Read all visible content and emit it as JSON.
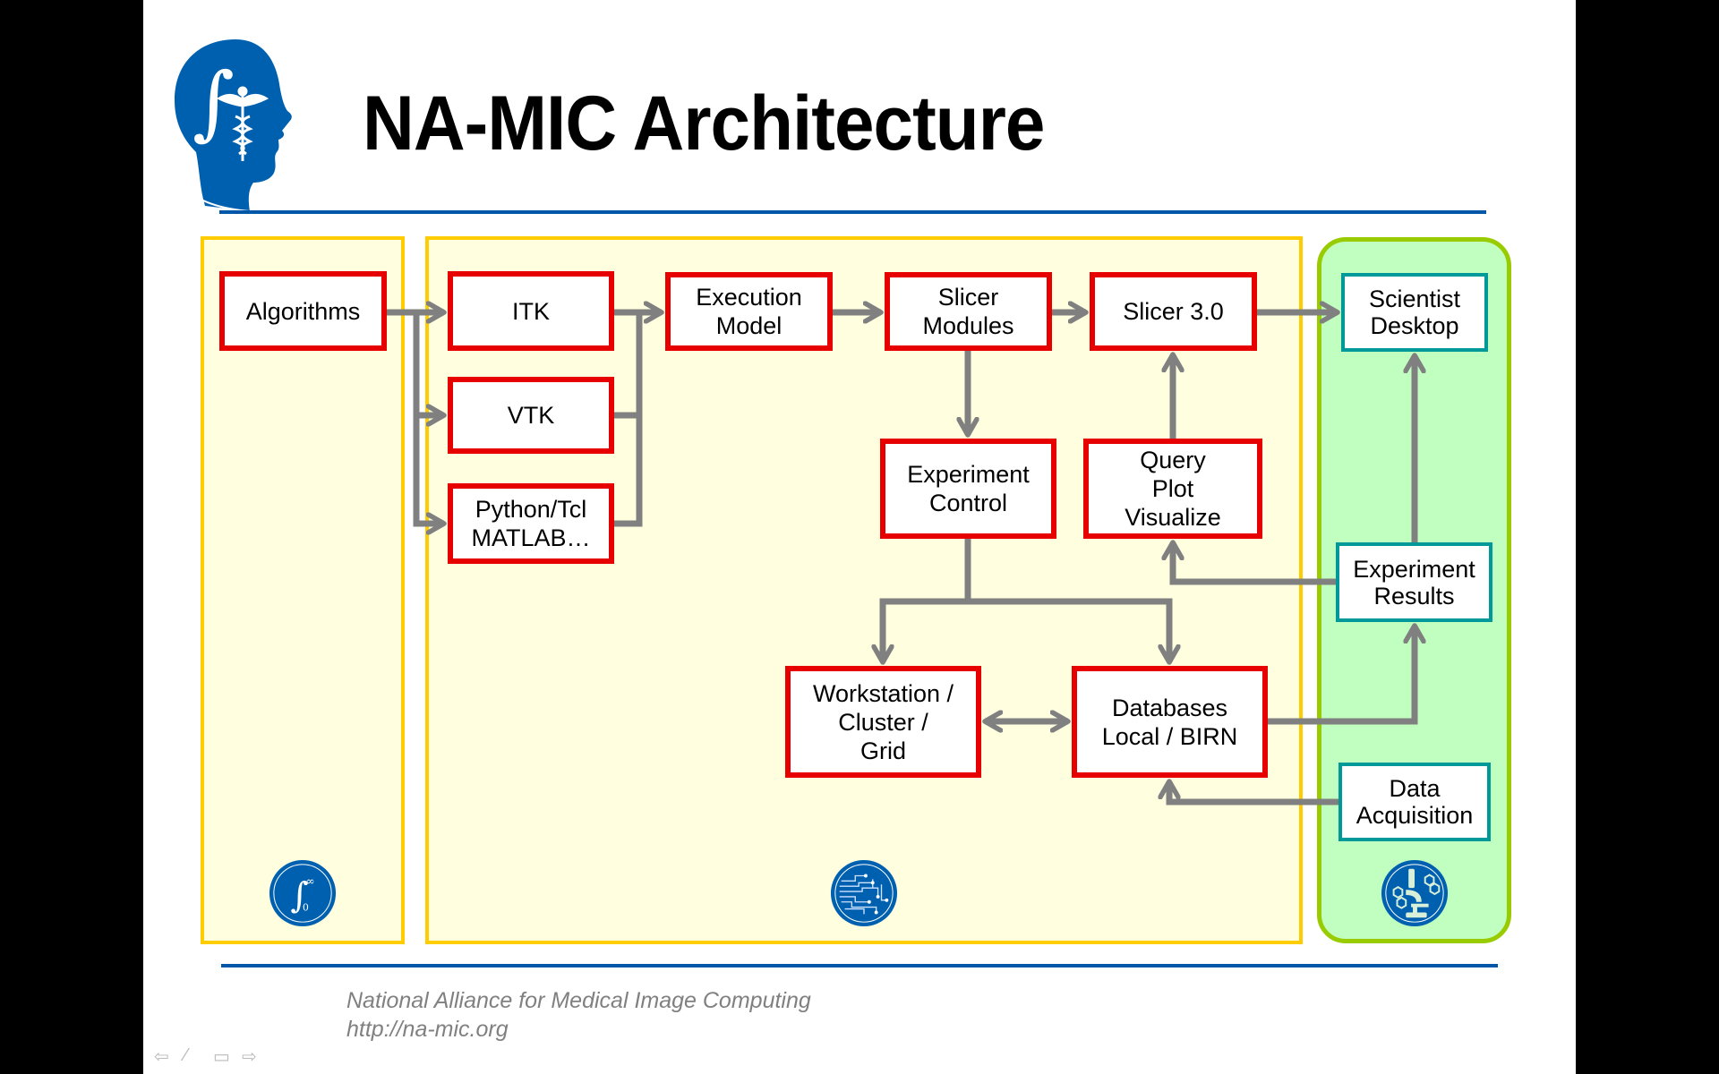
{
  "slide": {
    "title": "NA-MIC Architecture",
    "colors": {
      "title_rule": "#0057A8",
      "panel_fill": "#FFFFE0",
      "panel_border": "#FFCC00",
      "green_fill": "#C0FFC0",
      "green_border": "#99CC00",
      "red_box_border": "#E60000",
      "teal_box_border": "#009999",
      "arrow": "#808080",
      "logo_blue": "#0060B0"
    }
  },
  "logo": {
    "icon": "namic-head-logo-icon"
  },
  "panels": [
    {
      "id": "algorithms-panel",
      "badge_icon": "integral-badge-icon"
    },
    {
      "id": "engineering-panel",
      "badge_icon": "circuit-badge-icon"
    },
    {
      "id": "applications-panel",
      "badge_icon": "microscope-badge-icon"
    }
  ],
  "nodes": {
    "algorithms": "Algorithms",
    "itk": "ITK",
    "vtk": "VTK",
    "python": "Python/Tcl\nMATLAB…",
    "execution_model": "Execution\nModel",
    "slicer_modules": "Slicer\nModules",
    "slicer3": "Slicer 3.0",
    "experiment_control": "Experiment\nControl",
    "query": "Query\nPlot\nVisualize",
    "workstation": "Workstation /\nCluster /\nGrid",
    "databases": "Databases\nLocal / BIRN",
    "scientist_desktop": "Scientist\nDesktop",
    "experiment_results": "Experiment\nResults",
    "data_acquisition": "Data\nAcquisition"
  },
  "edges": [
    {
      "from": "Algorithms",
      "to": "ITK"
    },
    {
      "from": "Algorithms",
      "to": "VTK"
    },
    {
      "from": "Algorithms",
      "to": "Python/Tcl MATLAB…"
    },
    {
      "from": "ITK",
      "to": "Execution Model"
    },
    {
      "from": "VTK",
      "to": "Execution Model"
    },
    {
      "from": "Python/Tcl MATLAB…",
      "to": "Execution Model"
    },
    {
      "from": "Execution Model",
      "to": "Slicer Modules"
    },
    {
      "from": "Slicer Modules",
      "to": "Slicer 3.0"
    },
    {
      "from": "Slicer 3.0",
      "to": "Scientist Desktop"
    },
    {
      "from": "Slicer Modules",
      "to": "Experiment Control"
    },
    {
      "from": "Query Plot Visualize",
      "to": "Slicer 3.0"
    },
    {
      "from": "Experiment Control",
      "to": "Workstation / Cluster / Grid"
    },
    {
      "from": "Experiment Control",
      "to": "Databases Local / BIRN"
    },
    {
      "from": "Workstation / Cluster / Grid",
      "to": "Databases Local / BIRN",
      "bidirectional": true
    },
    {
      "from": "Databases Local / BIRN",
      "to": "Experiment Results"
    },
    {
      "from": "Experiment Results",
      "to": "Query Plot Visualize"
    },
    {
      "from": "Experiment Results",
      "to": "Scientist Desktop"
    },
    {
      "from": "Data Acquisition",
      "to": "Databases Local / BIRN"
    }
  ],
  "footer": {
    "org": "National Alliance for Medical Image Computing",
    "url": "http://na-mic.org"
  },
  "nav": {
    "prev": "previous-slide-icon",
    "pen": "pen-icon",
    "menu": "slide-menu-icon",
    "next": "next-slide-icon"
  }
}
